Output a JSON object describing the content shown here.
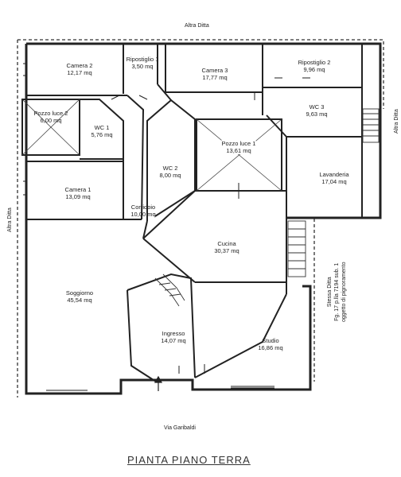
{
  "neighbors": {
    "top": "Altra Ditta",
    "left": "Altra Ditta",
    "right": "Altra Ditta",
    "street": "Via Garibaldi"
  },
  "side_note": {
    "line1": "Stessa Ditta",
    "line2": "Fg. 17 p.lla 7194 sub. 1",
    "line3": "oggetto di pignoramento"
  },
  "title": "PIANTA PIANO TERRA",
  "rooms": [
    {
      "id": "camera2",
      "name": "Camera 2",
      "area": "12,17 mq"
    },
    {
      "id": "ripostiglio1",
      "name": "Ripostiglio 1",
      "area": "3,50 mq"
    },
    {
      "id": "camera3",
      "name": "Camera 3",
      "area": "17,77 mq"
    },
    {
      "id": "ripostiglio2",
      "name": "Ripostiglio 2",
      "area": "9,96 mq"
    },
    {
      "id": "pozzo2",
      "name": "Pozzo luce 2",
      "area": "6,00 mq"
    },
    {
      "id": "wc1",
      "name": "WC 1",
      "area": "5,76 mq"
    },
    {
      "id": "wc3",
      "name": "WC 3",
      "area": "9,63 mq"
    },
    {
      "id": "pozzo1",
      "name": "Pozzo luce 1",
      "area": "13,61 mq"
    },
    {
      "id": "wc2",
      "name": "WC 2",
      "area": "8,00 mq"
    },
    {
      "id": "camera1",
      "name": "Camera 1",
      "area": "13,09 mq"
    },
    {
      "id": "lavanderia",
      "name": "Lavanderia",
      "area": "17,04 mq"
    },
    {
      "id": "corridoio",
      "name": "Corridoio",
      "area": "10,00 mq"
    },
    {
      "id": "cucina",
      "name": "Cucina",
      "area": "30,37 mq"
    },
    {
      "id": "soggiorno",
      "name": "Soggiorno",
      "area": "45,54 mq"
    },
    {
      "id": "ingresso",
      "name": "Ingresso",
      "area": "14,07 mq"
    },
    {
      "id": "studio",
      "name": "Studio",
      "area": "16,86 mq"
    }
  ]
}
